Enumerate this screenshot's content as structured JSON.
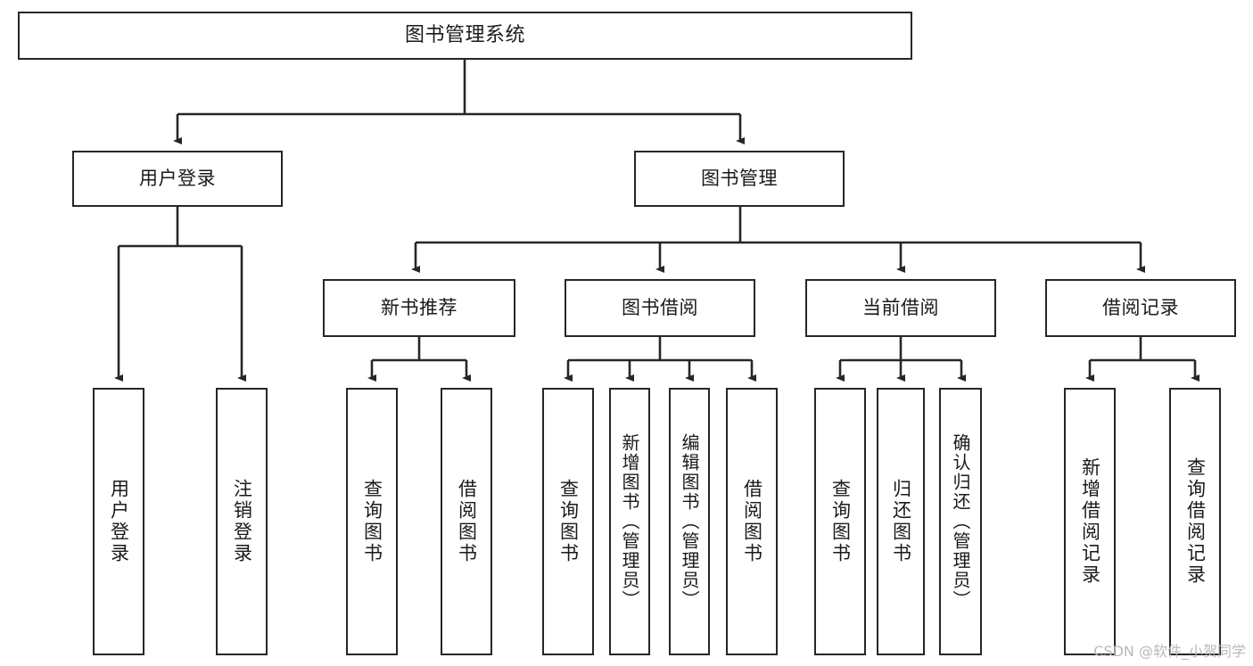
{
  "diagram": {
    "title_node": {
      "label": "图书管理系统"
    },
    "level2": [
      {
        "label": "用户登录"
      },
      {
        "label": "图书管理"
      }
    ],
    "level3": [
      {
        "label": "新书推荐"
      },
      {
        "label": "图书借阅"
      },
      {
        "label": "当前借阅"
      },
      {
        "label": "借阅记录"
      }
    ],
    "leaves": {
      "user_login": [
        {
          "label": "用户登录"
        },
        {
          "label": "注销登录"
        }
      ],
      "new_book_recommend": [
        {
          "label": "查询图书"
        },
        {
          "label": "借阅图书"
        }
      ],
      "book_borrow": [
        {
          "label": "查询图书"
        },
        {
          "label": "新增图书（管理员）"
        },
        {
          "label": "编辑图书（管理员）"
        },
        {
          "label": "借阅图书"
        }
      ],
      "current_borrow": [
        {
          "label": "查询图书"
        },
        {
          "label": "归还图书"
        },
        {
          "label": "确认归还（管理员）"
        }
      ],
      "borrow_record": [
        {
          "label": "新增借阅记录"
        },
        {
          "label": "查询借阅记录"
        }
      ]
    }
  },
  "watermark": {
    "text": "CSDN @软件_小贺同学"
  },
  "colors": {
    "stroke": "#262626",
    "text": "#1a1a1a",
    "background": "#ffffff",
    "watermark": "#b9b9b9"
  }
}
